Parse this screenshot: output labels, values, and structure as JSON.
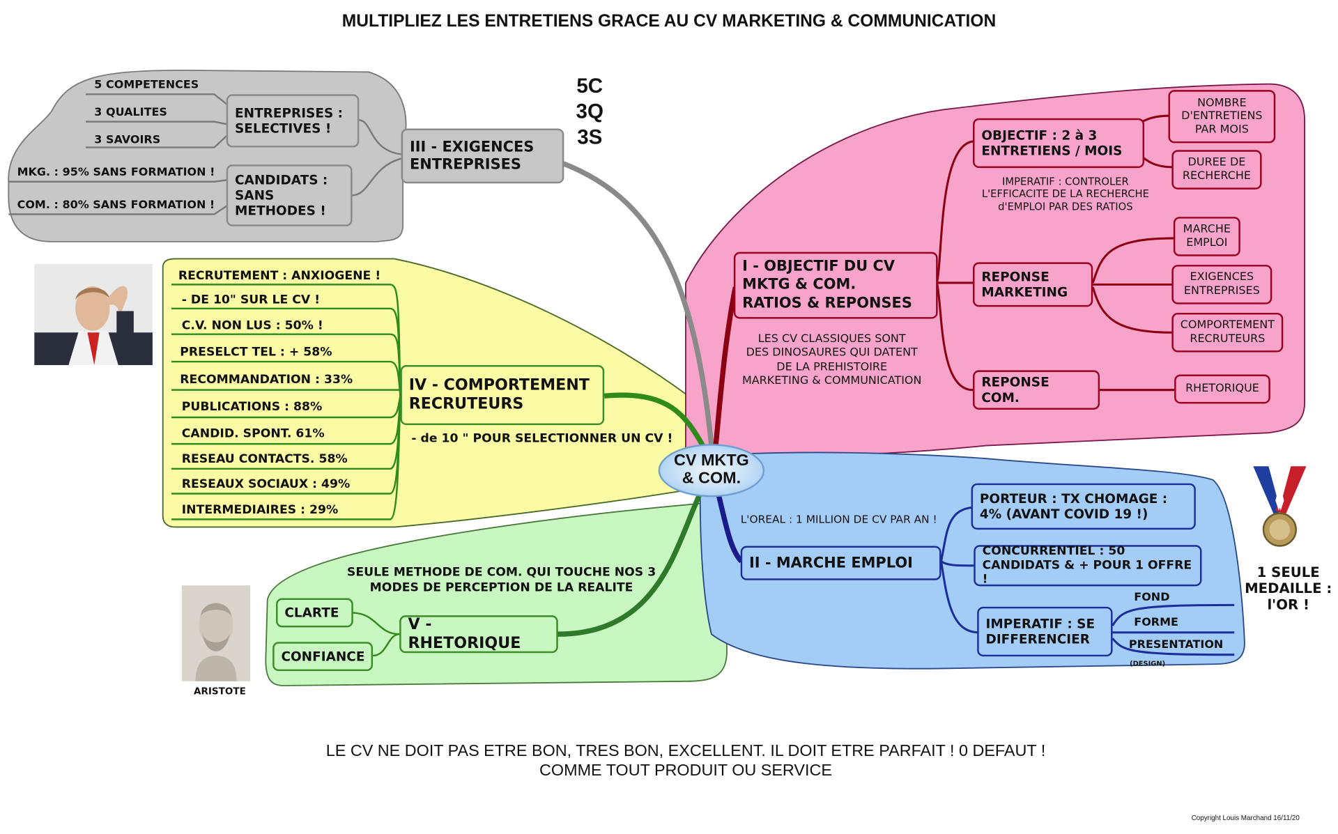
{
  "title": "MULTIPLIEZ LES ENTRETIENS GRACE AU CV MARKETING & COMMUNICATION",
  "center": "CV MKTG\n& COM.",
  "footer": {
    "line1": "LE CV NE DOIT PAS ETRE BON, TRES BON, EXCELLENT. IL DOIT ETRE PARFAIT ! 0 DEFAUT !",
    "line2": "COMME TOUT PRODUIT OU SERVICE",
    "copyright": "Copyright Louis Marchand 16/11/20"
  },
  "colors": {
    "grey": "#c7c7c7",
    "yellow": "#fbfba6",
    "green": "#c9f7c2",
    "pink": "#f7a3ca",
    "blue": "#a3ccf6"
  },
  "branch3": {
    "label": "III - EXIGENCES\nENTREPRISES",
    "side": "5C\n3Q\n3S",
    "groups": [
      {
        "label": "ENTREPRISES :\nSELECTIVES !",
        "items": [
          "5 COMPETENCES",
          "3 QUALITES",
          "3 SAVOIRS"
        ]
      },
      {
        "label": "CANDIDATS :\nSANS\nMETHODES !",
        "items": [
          "MKG. : 95% SANS FORMATION !",
          "COM. : 80% SANS FORMATION !"
        ]
      }
    ]
  },
  "branch4": {
    "label": "IV - COMPORTEMENT\nRECRUTEURS",
    "note": "- de 10 \" POUR SELECTIONNER UN CV !",
    "items": [
      "RECRUTEMENT : ANXIOGENE !",
      "- DE 10\" SUR LE CV !",
      "C.V. NON LUS : 50% !",
      "PRESELCT TEL : + 58%",
      "RECOMMANDATION : 33%",
      "PUBLICATIONS : 88%",
      "CANDID. SPONT. 61%",
      "RESEAU CONTACTS. 58%",
      "RESEAUX SOCIAUX : 49%",
      "INTERMEDIAIRES : 29%"
    ]
  },
  "branch5": {
    "label": "V - RHETORIQUE",
    "note": "SEULE METHODE DE COM. QUI TOUCHE NOS 3\nMODES DE PERCEPTION DE LA REALITE",
    "items": [
      "CLARTE",
      "CONFIANCE"
    ],
    "portrait_caption": "ARISTOTE"
  },
  "branch1": {
    "label": "I - OBJECTIF DU CV\nMKTG & COM.\nRATIOS & REPONSES",
    "note": "LES CV CLASSIQUES SONT\nDES DINOSAURES QUI DATENT\nDE LA PREHISTOIRE\nMARKETING & COMMUNICATION",
    "objectif": "OBJECTIF : 2 à 3\nENTRETIENS / MOIS",
    "objectif_note": "IMPERATIF : CONTROLER\nL'EFFICACITE DE LA RECHERCHE\nd'EMPLOI PAR DES RATIOS",
    "objectif_items": [
      "NOMBRE\nD'ENTRETIENS\nPAR MOIS",
      "DUREE DE\nRECHERCHE"
    ],
    "reponse_mktg": "REPONSE\nMARKETING",
    "reponse_mktg_items": [
      "MARCHE\nEMPLOI",
      "EXIGENCES\nENTREPRISES",
      "COMPORTEMENT\nRECRUTEURS"
    ],
    "reponse_com": "REPONSE COM.",
    "reponse_com_items": [
      "RHETORIQUE"
    ]
  },
  "branch2": {
    "label": "II - MARCHE EMPLOI",
    "note": "L'OREAL : 1 MILLION DE CV PAR AN !",
    "porteur": "PORTEUR : TX CHOMAGE :\n4% (AVANT COVID 19 !)",
    "concurrentiel": "CONCURRENTIEL : 50\nCANDIDATS & + POUR 1 OFFRE !",
    "imperatif": "IMPERATIF : SE\nDIFFERENCIER",
    "imperatif_items": [
      "FOND",
      "FORME",
      "PRESENTATION"
    ],
    "design_note": "(DESIGN)"
  },
  "medal_caption": "1 SEULE\nMEDAILLE :\nl'OR !"
}
